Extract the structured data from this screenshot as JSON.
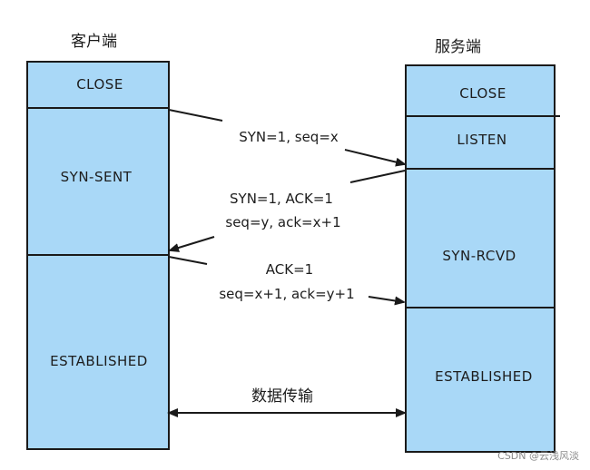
{
  "client": {
    "title": "客户端",
    "states": [
      "CLOSE",
      "SYN-SENT",
      "ESTABLISHED"
    ]
  },
  "server": {
    "title": "服务端",
    "states": [
      "CLOSE",
      "LISTEN",
      "SYN-RCVD",
      "ESTABLISHED"
    ]
  },
  "messages": {
    "syn": "SYN=1, seq=x",
    "synack_line1": "SYN=1, ACK=1",
    "synack_line2": "seq=y, ack=x+1",
    "ack_line1": "ACK=1",
    "ack_line2": "seq=x+1, ack=y+1",
    "transfer": "数据传输"
  },
  "watermark": "CSDN @云浅风淡",
  "colors": {
    "box_fill": "#a9d8f7",
    "stroke": "#1a1a1a"
  }
}
